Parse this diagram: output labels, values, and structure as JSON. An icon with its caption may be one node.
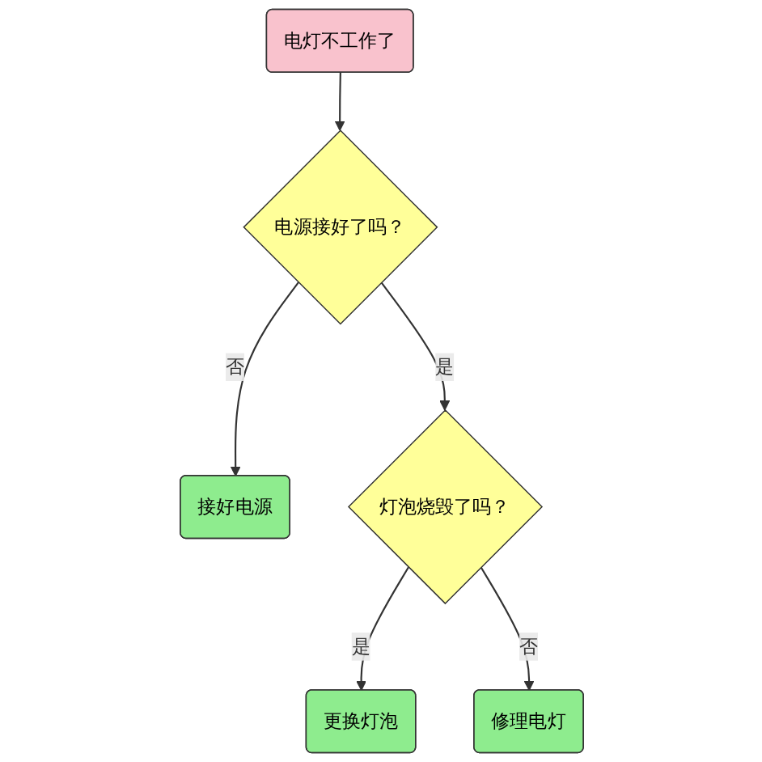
{
  "diagram": {
    "nodes": [
      {
        "text": [
          "电灯不工作了"
        ]
      },
      {
        "text": [
          "电源接好了吗？"
        ]
      },
      {
        "text": [
          "接好电源"
        ]
      },
      {
        "text": [
          "灯泡烧毁了吗？"
        ]
      },
      {
        "text": [
          "更换灯泡"
        ]
      },
      {
        "text": [
          "修理电灯"
        ]
      }
    ],
    "edges": [
      {
        "from": 0,
        "to": 1,
        "arrow": "to"
      },
      {
        "from": 1,
        "to": 2,
        "label": "否",
        "arrow": "to"
      },
      {
        "from": 1,
        "to": 3,
        "label": "是",
        "arrow": "to"
      },
      {
        "from": 3,
        "to": 4,
        "label": "是",
        "arrow": "to"
      },
      {
        "from": 3,
        "to": 5,
        "label": "否",
        "arrow": "to"
      }
    ]
  }
}
